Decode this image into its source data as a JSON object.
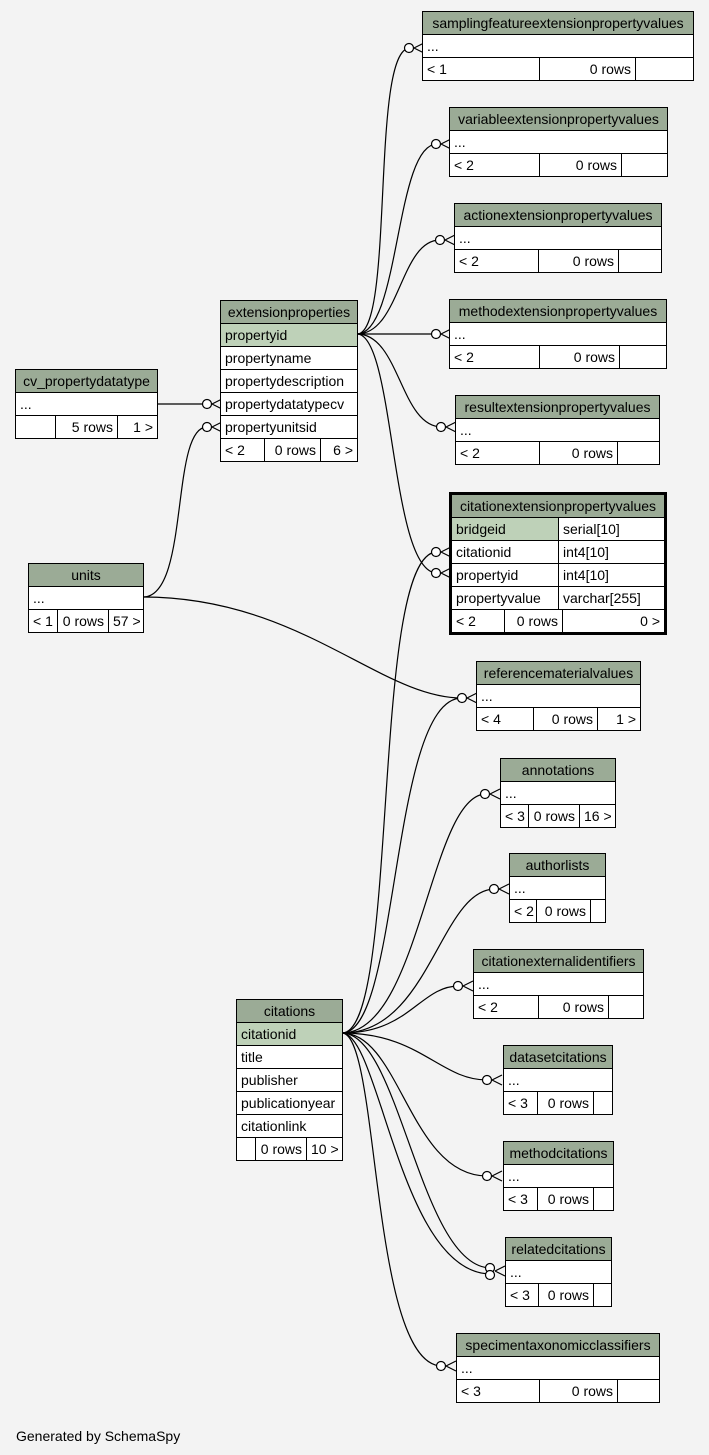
{
  "footer": "Generated by SchemaSpy",
  "tables": {
    "samplingfeatureextensionpropertyvalues": {
      "name": "samplingfeatureextensionpropertyvalues",
      "rows": [
        "..."
      ],
      "parents": "< 1",
      "rowcount": "0 rows",
      "children": ""
    },
    "variableextensionpropertyvalues": {
      "name": "variableextensionpropertyvalues",
      "rows": [
        "..."
      ],
      "parents": "< 2",
      "rowcount": "0 rows",
      "children": ""
    },
    "actionextensionpropertyvalues": {
      "name": "actionextensionpropertyvalues",
      "rows": [
        "..."
      ],
      "parents": "< 2",
      "rowcount": "0 rows",
      "children": ""
    },
    "methodextensionpropertyvalues": {
      "name": "methodextensionpropertyvalues",
      "rows": [
        "..."
      ],
      "parents": "< 2",
      "rowcount": "0 rows",
      "children": ""
    },
    "resultextensionpropertyvalues": {
      "name": "resultextensionpropertyvalues",
      "rows": [
        "..."
      ],
      "parents": "< 2",
      "rowcount": "0 rows",
      "children": ""
    },
    "extensionproperties": {
      "name": "extensionproperties",
      "pk": "propertyid",
      "rows": [
        "propertyname",
        "propertydescription",
        "propertydatatypecv",
        "propertyunitsid"
      ],
      "parents": "< 2",
      "rowcount": "0 rows",
      "children": "6 >"
    },
    "cv_propertydatatype": {
      "name": "cv_propertydatatype",
      "rows": [
        "..."
      ],
      "parents": "",
      "rowcount": "5 rows",
      "children": "1 >"
    },
    "citationextensionpropertyvalues": {
      "name": "citationextensionpropertyvalues",
      "columns": [
        {
          "name": "bridgeid",
          "type": "serial[10]"
        },
        {
          "name": "citationid",
          "type": "int4[10]"
        },
        {
          "name": "propertyid",
          "type": "int4[10]"
        },
        {
          "name": "propertyvalue",
          "type": "varchar[255]"
        }
      ],
      "parents": "< 2",
      "rowcount": "0 rows",
      "children": "0 >"
    },
    "units": {
      "name": "units",
      "rows": [
        "..."
      ],
      "parents": "< 1",
      "rowcount": "0 rows",
      "children": "57 >"
    },
    "referencematerialvalues": {
      "name": "referencematerialvalues",
      "rows": [
        "..."
      ],
      "parents": "< 4",
      "rowcount": "0 rows",
      "children": "1 >"
    },
    "annotations": {
      "name": "annotations",
      "rows": [
        "..."
      ],
      "parents": "< 3",
      "rowcount": "0 rows",
      "children": "16 >"
    },
    "authorlists": {
      "name": "authorlists",
      "rows": [
        "..."
      ],
      "parents": "< 2",
      "rowcount": "0 rows",
      "children": ""
    },
    "citationexternalidentifiers": {
      "name": "citationexternalidentifiers",
      "rows": [
        "..."
      ],
      "parents": "< 2",
      "rowcount": "0 rows",
      "children": ""
    },
    "citations": {
      "name": "citations",
      "pk": "citationid",
      "rows": [
        "title",
        "publisher",
        "publicationyear",
        "citationlink"
      ],
      "parents": "",
      "rowcount": "0 rows",
      "children": "10 >"
    },
    "datasetcitations": {
      "name": "datasetcitations",
      "rows": [
        "..."
      ],
      "parents": "< 3",
      "rowcount": "0 rows",
      "children": ""
    },
    "methodcitations": {
      "name": "methodcitations",
      "rows": [
        "..."
      ],
      "parents": "< 3",
      "rowcount": "0 rows",
      "children": ""
    },
    "relatedcitations": {
      "name": "relatedcitations",
      "rows": [
        "..."
      ],
      "parents": "< 3",
      "rowcount": "0 rows",
      "children": ""
    },
    "specimentaxonomicclassifiers": {
      "name": "specimentaxonomicclassifiers",
      "rows": [
        "..."
      ],
      "parents": "< 3",
      "rowcount": "0 rows",
      "children": ""
    }
  },
  "relationships": [
    {
      "from": "extensionproperties.propertyid",
      "to": "samplingfeatureextensionpropertyvalues"
    },
    {
      "from": "extensionproperties.propertyid",
      "to": "variableextensionpropertyvalues"
    },
    {
      "from": "extensionproperties.propertyid",
      "to": "actionextensionpropertyvalues"
    },
    {
      "from": "extensionproperties.propertyid",
      "to": "methodextensionpropertyvalues"
    },
    {
      "from": "extensionproperties.propertyid",
      "to": "resultextensionpropertyvalues"
    },
    {
      "from": "extensionproperties.propertyid",
      "to": "citationextensionpropertyvalues.propertyid"
    },
    {
      "from": "cv_propertydatatype",
      "to": "extensionproperties.propertydatatypecv"
    },
    {
      "from": "units",
      "to": "extensionproperties.propertyunitsid"
    },
    {
      "from": "units",
      "to": "referencematerialvalues"
    },
    {
      "from": "citations.citationid",
      "to": "citationextensionpropertyvalues.citationid"
    },
    {
      "from": "citations.citationid",
      "to": "referencematerialvalues"
    },
    {
      "from": "citations.citationid",
      "to": "annotations"
    },
    {
      "from": "citations.citationid",
      "to": "authorlists"
    },
    {
      "from": "citations.citationid",
      "to": "citationexternalidentifiers"
    },
    {
      "from": "citations.citationid",
      "to": "datasetcitations"
    },
    {
      "from": "citations.citationid",
      "to": "methodcitations"
    },
    {
      "from": "citations.citationid",
      "to": "relatedcitations"
    },
    {
      "from": "citations.citationid",
      "to": "specimentaxonomicclassifiers"
    }
  ]
}
